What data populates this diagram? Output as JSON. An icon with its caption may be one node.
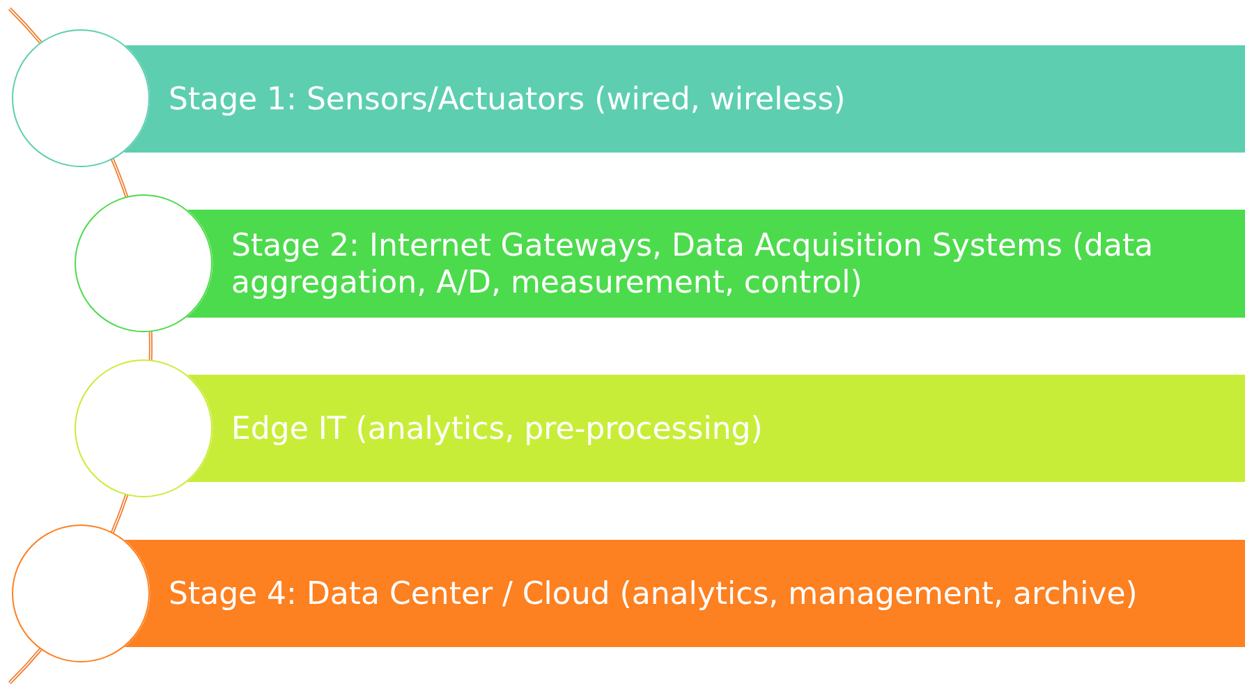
{
  "diagram": {
    "nodes": [
      {
        "text": [],
        "shape": "circle"
      },
      {
        "text": [
          "Stage 1: Sensors/Actuators (wired, wireless)"
        ]
      },
      {
        "text": [],
        "shape": "circle"
      },
      {
        "text": [
          "Stage 2: Internet Gateways, Data Acquisition Systems (data aggregation, A/D, measurement, control)"
        ]
      },
      {
        "text": [],
        "shape": "circle"
      },
      {
        "text": [
          "Edge IT (analytics, pre-processing)"
        ]
      },
      {
        "text": [],
        "shape": "circle"
      },
      {
        "text": [
          "Stage 4: Data Center / Cloud (analytics, management, archive)"
        ]
      }
    ],
    "edges": [
      {
        "from": null,
        "to": 0,
        "arrow": "none"
      },
      {
        "from": 0,
        "to": 2,
        "arrow": "none"
      },
      {
        "from": 2,
        "to": 4,
        "arrow": "none"
      },
      {
        "from": 4,
        "to": 6,
        "arrow": "none"
      },
      {
        "from": 6,
        "to": null,
        "arrow": "none"
      }
    ]
  }
}
